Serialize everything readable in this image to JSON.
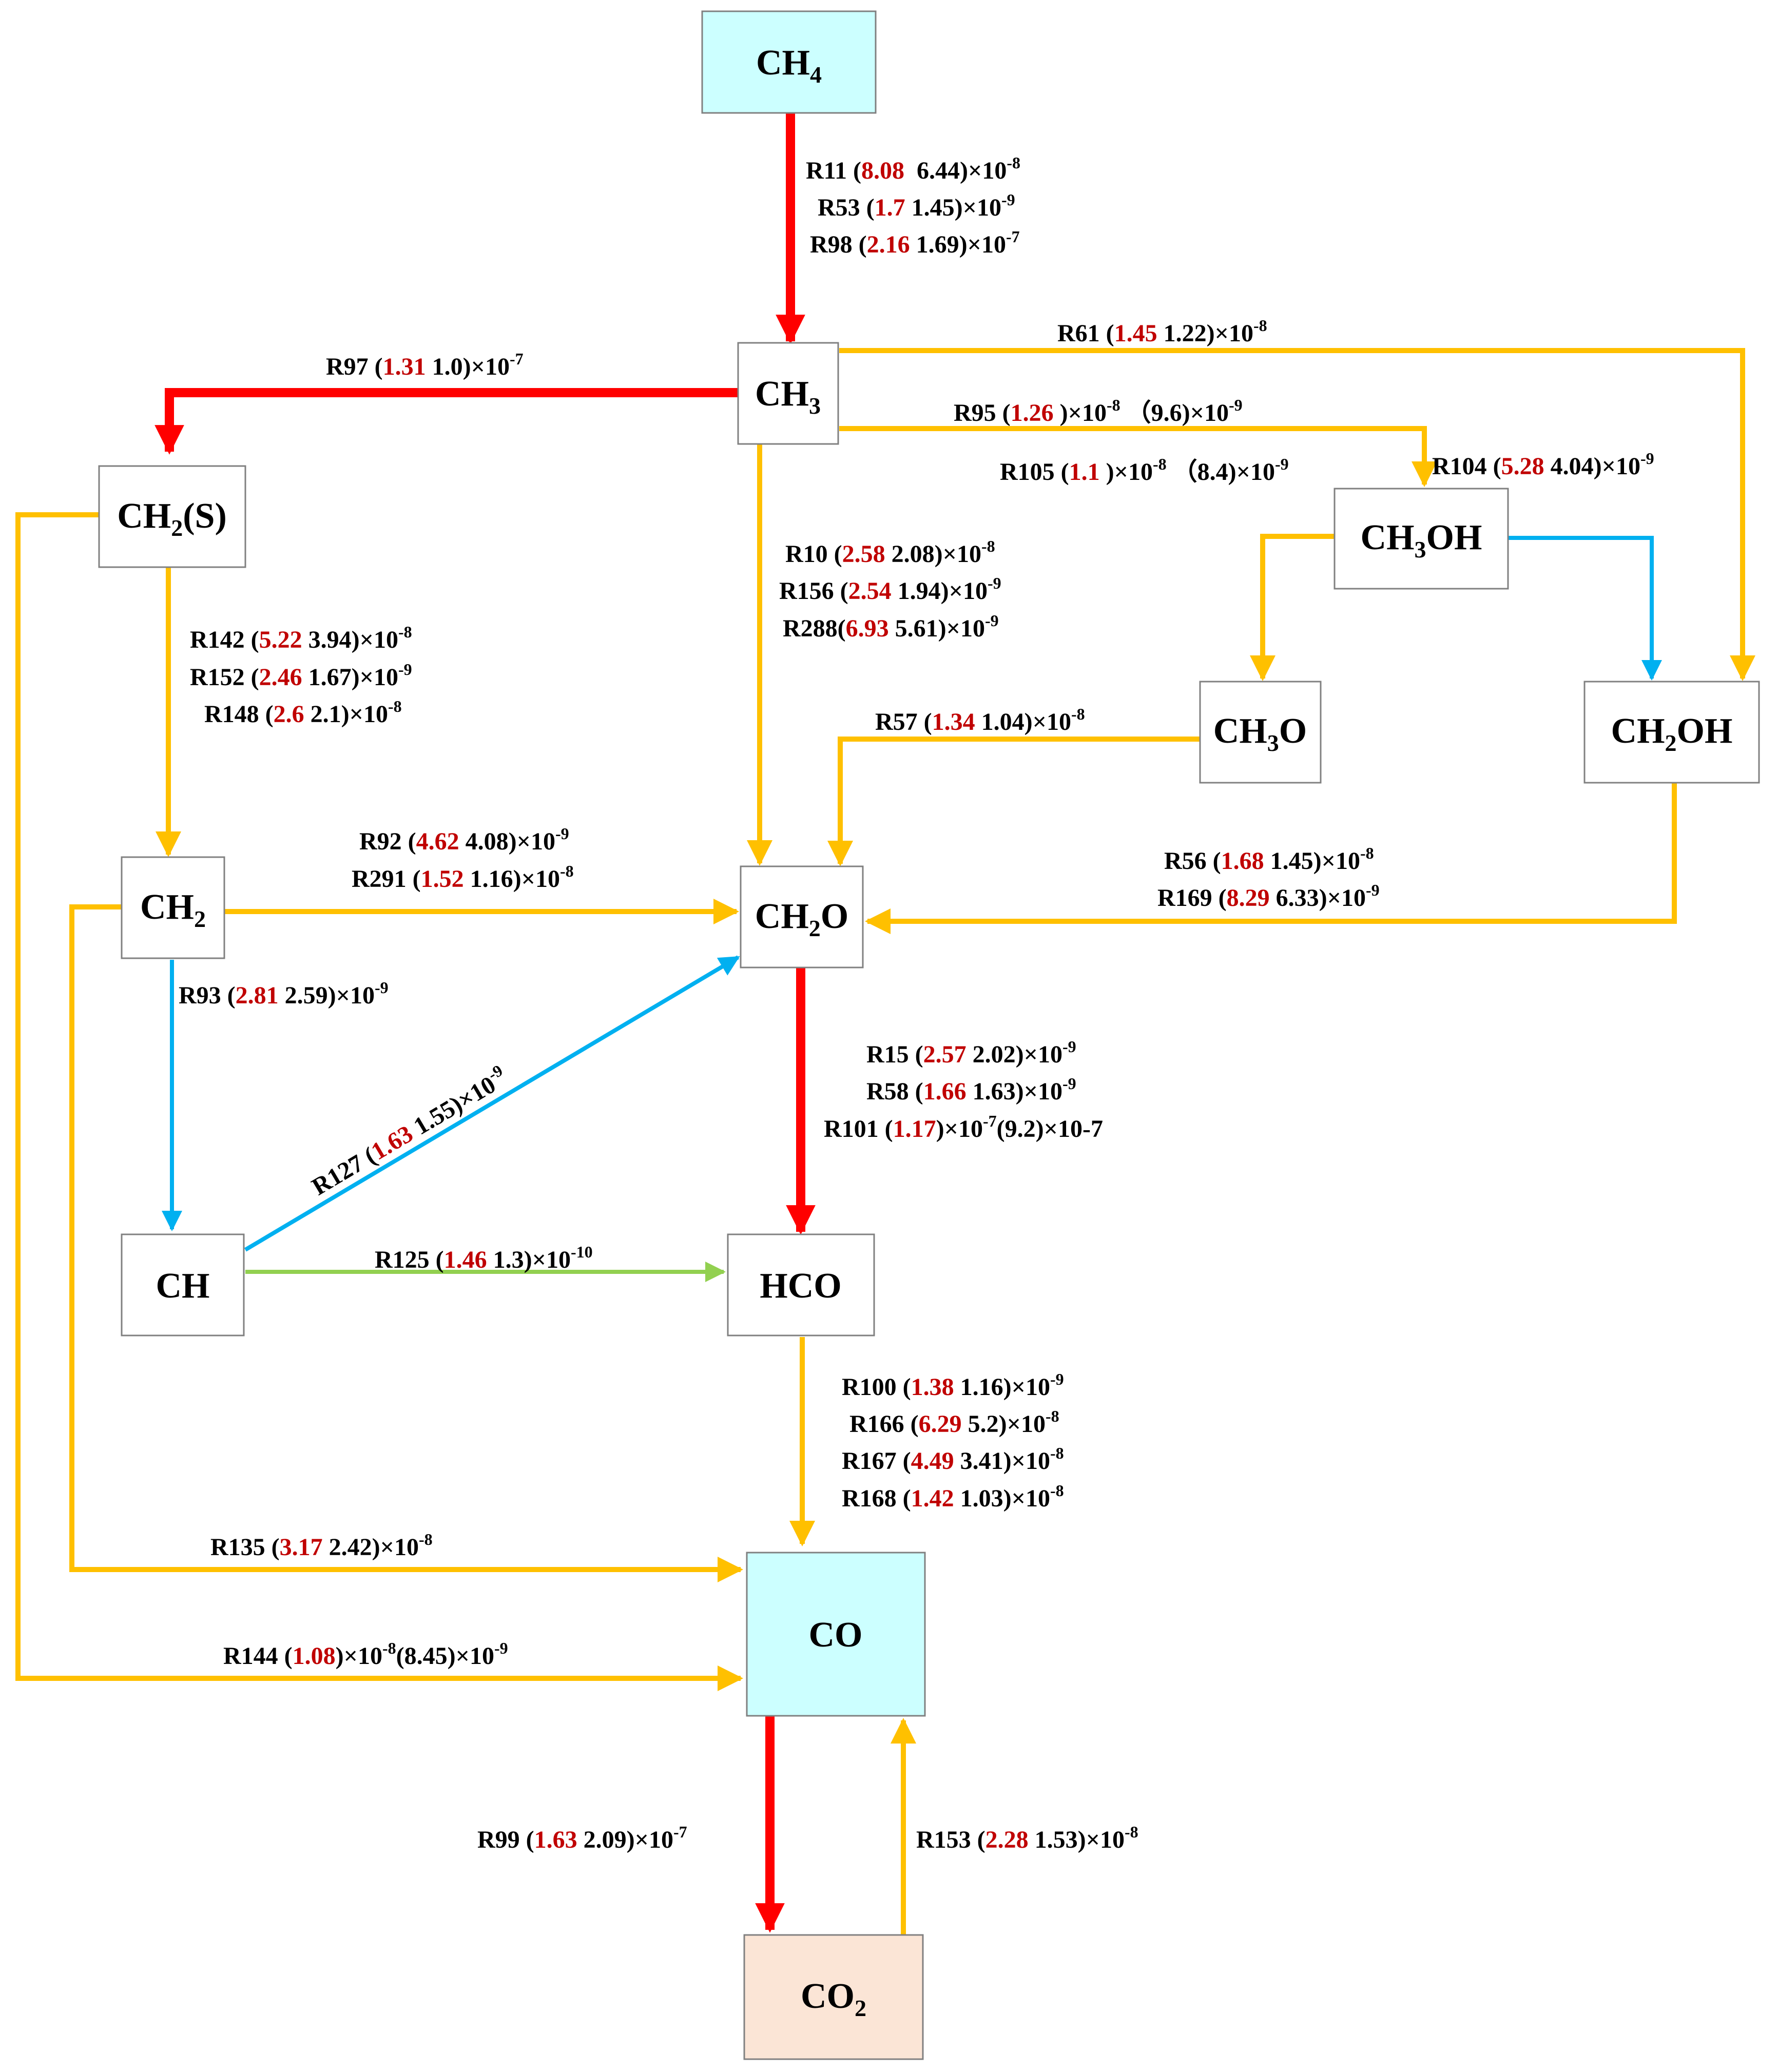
{
  "colors": {
    "major": "#ff0000",
    "medium": "#ffc000",
    "minor_blue": "#00b0f0",
    "minor_green": "#92d050",
    "highlight_value": "#c00000",
    "fill_source": "#ccffff",
    "fill_product": "#fbe5d6"
  },
  "nodes": {
    "ch4": {
      "label": "CH",
      "sub": "4",
      "fill": "#ccffff"
    },
    "ch3": {
      "label": "CH",
      "sub": "3"
    },
    "ch2s": {
      "label": "CH",
      "sub": "2",
      "tail": "(S)"
    },
    "ch3oh": {
      "label": "CH",
      "sub": "3",
      "tail": "OH"
    },
    "ch3o": {
      "label": "CH",
      "sub": "3",
      "tail": "O"
    },
    "ch2oh": {
      "label": "CH",
      "sub": "2",
      "tail": "OH"
    },
    "ch2": {
      "label": "CH",
      "sub": "2"
    },
    "ch2o": {
      "label": "CH",
      "sub": "2",
      "tail": "O"
    },
    "ch": {
      "label": "CH"
    },
    "hco": {
      "label": "HCO"
    },
    "co": {
      "label": "CO",
      "fill": "#ccffff"
    },
    "co2": {
      "label": "CO",
      "sub": "2",
      "fill": "#fbe5d6"
    }
  },
  "reactions": {
    "r11": {
      "name": "R11 (",
      "a": "8.08",
      "b": "  6.44)×10",
      "exp": "-8"
    },
    "r53": {
      "name": "R53 (",
      "a": "1.7",
      "b": " 1.45)×10",
      "exp": "-9"
    },
    "r98": {
      "name": "R98 (",
      "a": "2.16",
      "b": " 1.69)×10",
      "exp": "-7"
    },
    "r61": {
      "name": "R61 (",
      "a": "1.45",
      "b": " 1.22)×10",
      "exp": "-8"
    },
    "r97": {
      "name": "R97 (",
      "a": "1.31",
      "b": " 1.0)×10",
      "exp": "-7"
    },
    "r95": {
      "name": "R95 (",
      "a": "1.26",
      "b": " )×10",
      "exp": "-8",
      "c": " （9.6)×10",
      "exp2": "-9"
    },
    "r105": {
      "name": "R105 (",
      "a": "1.1",
      "b": " )×10",
      "exp": "-8",
      "c": " （8.4)×10",
      "exp2": "-9"
    },
    "r104": {
      "name": "R104 (",
      "a": "5.28",
      "b": " 4.04)×10",
      "exp": "-9"
    },
    "r10": {
      "name": "R10 (",
      "a": "2.58",
      "b": " 2.08)×10",
      "exp": "-8"
    },
    "r156": {
      "name": "R156 (",
      "a": "2.54",
      "b": " 1.94)×10",
      "exp": "-9"
    },
    "r288": {
      "name": "R288(",
      "a": "6.93",
      "b": " 5.61)×10",
      "exp": "-9"
    },
    "r142": {
      "name": "R142 (",
      "a": "5.22",
      "b": " 3.94)×10",
      "exp": "-8"
    },
    "r152": {
      "name": "R152 (",
      "a": "2.46",
      "b": " 1.67)×10",
      "exp": "-9"
    },
    "r148": {
      "name": "R148 (",
      "a": "2.6",
      "b": " 2.1)×10",
      "exp": "-8"
    },
    "r57": {
      "name": "R57 (",
      "a": "1.34",
      "b": " 1.04)×10",
      "exp": "-8"
    },
    "r92": {
      "name": "R92 (",
      "a": "4.62",
      "b": " 4.08)×10",
      "exp": "-9"
    },
    "r291": {
      "name": "R291 (",
      "a": "1.52",
      "b": " 1.16)×10",
      "exp": "-8"
    },
    "r56": {
      "name": "R56 (",
      "a": "1.68",
      "b": " 1.45)×10",
      "exp": "-8"
    },
    "r169": {
      "name": "R169 (",
      "a": "8.29",
      "b": " 6.33)×10",
      "exp": "-9"
    },
    "r93": {
      "name": "R93 (",
      "a": "2.81",
      "b": " 2.59)×10",
      "exp": "-9"
    },
    "r15": {
      "name": "R15 (",
      "a": "2.57",
      "b": " 2.02)×10",
      "exp": "-9"
    },
    "r58": {
      "name": "R58 (",
      "a": "1.66",
      "b": " 1.63)×10",
      "exp": "-9"
    },
    "r101": {
      "name": "R101 (",
      "a": "1.17",
      "b": ")×10",
      "exp": "-7",
      "c": "(9.2)×10-7"
    },
    "r127": {
      "name": "R127 (",
      "a": "1.63",
      "b": " 1.55)×10",
      "exp": "-9"
    },
    "r125": {
      "name": "R125 (",
      "a": "1.46",
      "b": " 1.3)×10",
      "exp": "-10"
    },
    "r100": {
      "name": "R100 (",
      "a": "1.38",
      "b": " 1.16)×10",
      "exp": "-9"
    },
    "r166": {
      "name": "R166 (",
      "a": "6.29",
      "b": " 5.2)×10",
      "exp": "-8"
    },
    "r167": {
      "name": "R167 (",
      "a": "4.49",
      "b": " 3.41)×10",
      "exp": "-8"
    },
    "r168": {
      "name": "R168 (",
      "a": "1.42",
      "b": " 1.03)×10",
      "exp": "-8"
    },
    "r135": {
      "name": "R135 (",
      "a": "3.17",
      "b": " 2.42)×10",
      "exp": "-8"
    },
    "r144": {
      "name": "R144 (",
      "a": "1.08",
      "b": ")×10",
      "exp": "-8",
      "c": "(8.45)×10",
      "exp2": "-9"
    },
    "r99": {
      "name": "R99 (",
      "a": "1.63",
      "b": " 2.09)×10",
      "exp": "-7"
    },
    "r153": {
      "name": "R153 (",
      "a": "2.28",
      "b": " 1.53)×10",
      "exp": "-8"
    }
  }
}
